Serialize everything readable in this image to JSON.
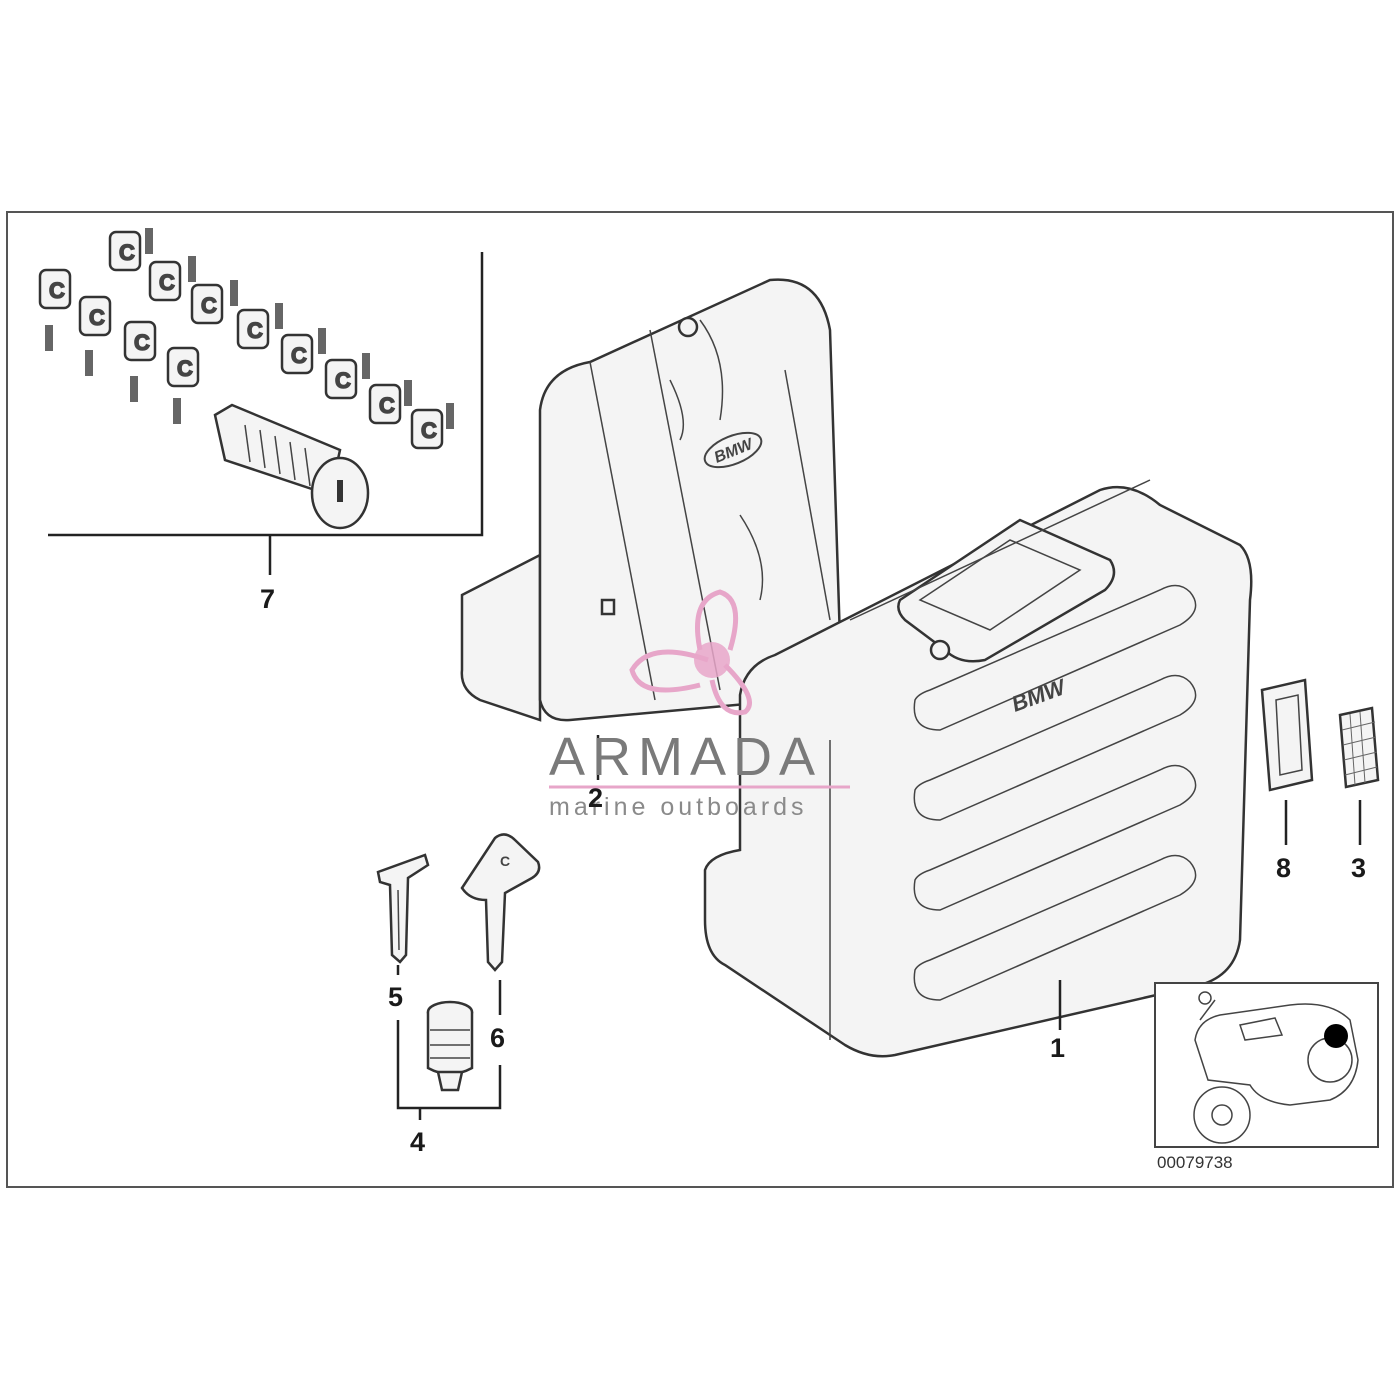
{
  "diagram": {
    "reference_number": "00079738",
    "brand_marks": [
      "BMW",
      "BMW"
    ],
    "watermark": {
      "title": "ARMADA",
      "subtitle": "marine outboards",
      "accent_color": "#e7a6c9"
    },
    "callouts": [
      {
        "id": "1",
        "label": "1"
      },
      {
        "id": "2",
        "label": "2"
      },
      {
        "id": "3",
        "label": "3"
      },
      {
        "id": "4",
        "label": "4"
      },
      {
        "id": "5",
        "label": "5"
      },
      {
        "id": "6",
        "label": "6"
      },
      {
        "id": "7",
        "label": "7"
      },
      {
        "id": "8",
        "label": "8"
      }
    ]
  }
}
